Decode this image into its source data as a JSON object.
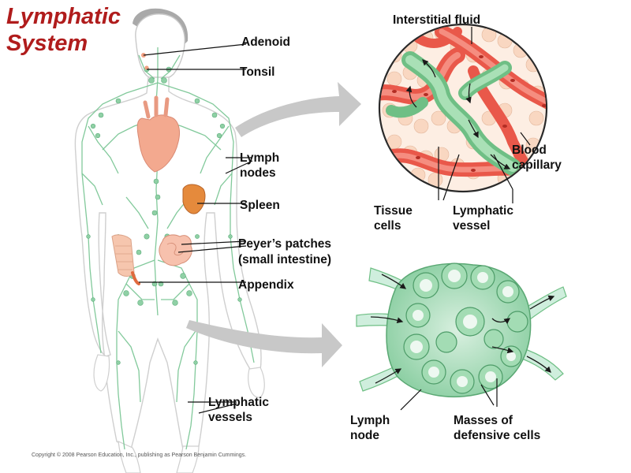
{
  "title": {
    "line1": "Lymphatic",
    "line2": "System"
  },
  "labels": {
    "adenoid": "Adenoid",
    "tonsil": "Tonsil",
    "lymph_nodes_1": "Lymph",
    "lymph_nodes_2": "nodes",
    "spleen": "Spleen",
    "peyers_1": "Peyer’s patches",
    "peyers_2": "(small intestine)",
    "appendix": "Appendix",
    "lymphatic_vessels_1": "Lymphatic",
    "lymphatic_vessels_2": "vessels",
    "interstitial_fluid": "Interstitial fluid",
    "blood_capillary_1": "Blood",
    "blood_capillary_2": "capillary",
    "tissue_cells_1": "Tissue",
    "tissue_cells_2": "cells",
    "lymphatic_vessel_1": "Lymphatic",
    "lymphatic_vessel_2": "vessel",
    "lymph_node_1": "Lymph",
    "lymph_node_2": "node",
    "masses_1": "Masses of",
    "masses_2": "defensive cells"
  },
  "copyright": "Copyright © 2008 Pearson Education, Inc., publishing as Pearson Benjamin Cummings.",
  "colors": {
    "title": "#b01c1c",
    "lymph_green": "#7cc796",
    "blood_red": "#e9584a",
    "tissue_cell": "#f7d9c4",
    "body_outline": "#cfcfcf",
    "arrow_grey": "#c8c8c8"
  }
}
